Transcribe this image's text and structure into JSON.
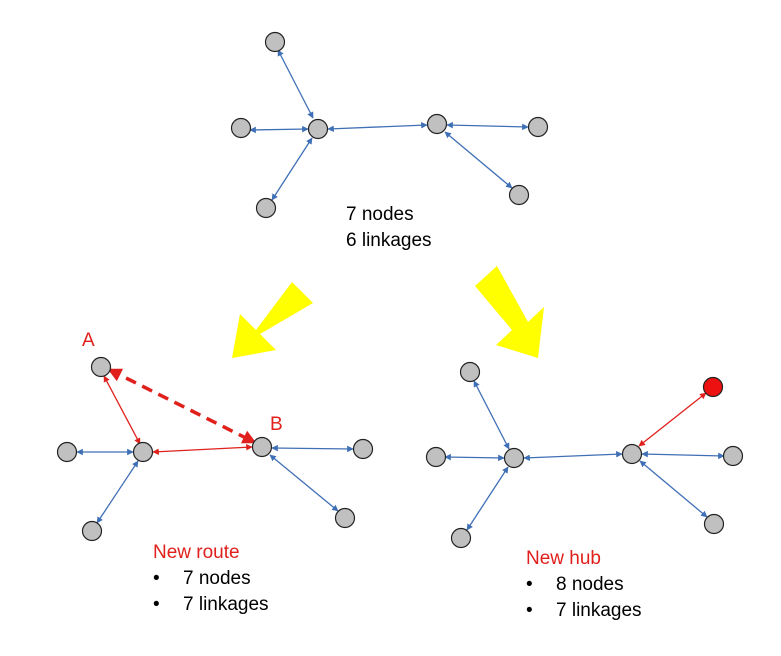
{
  "colors": {
    "node_fill": "#c0c0c0",
    "node_stroke": "#222222",
    "link_blue": "#3f6fb5",
    "link_red": "#e0201c",
    "new_node_fill": "#ee1111",
    "arrow_fill": "#ffff00",
    "caption_red": "#e0201c"
  },
  "top": {
    "line1": "7 nodes",
    "line2": "6 linkages"
  },
  "route": {
    "title": "New route",
    "bullets": [
      "7 nodes",
      "7 linkages"
    ],
    "label_a": "A",
    "label_b": "B"
  },
  "hub": {
    "title": "New hub",
    "bullets": [
      "8 nodes",
      "7 linkages"
    ]
  },
  "bullet_char": "•",
  "icons": [
    "yellow-arrow-left-down",
    "yellow-arrow-right-down"
  ]
}
